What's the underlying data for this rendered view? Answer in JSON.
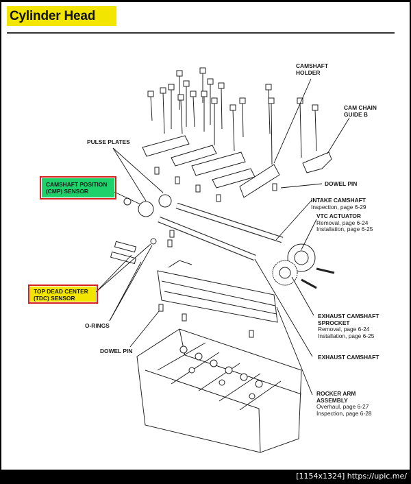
{
  "title": "Cylinder Head",
  "labels": {
    "camshaft_holder": [
      "CAMSHAFT",
      "HOLDER"
    ],
    "cam_chain_guide": [
      "CAM CHAIN",
      "GUIDE B"
    ],
    "pulse_plates": "PULSE PLATES",
    "cmp_sensor": [
      "CAMSHAFT POSITION",
      "(CMP) SENSOR"
    ],
    "dowel_pin_top": "DOWEL PIN",
    "intake_camshaft": {
      "name": "INTAKE CAMSHAFT",
      "line1": "Inspection, page 6-29"
    },
    "vtc_actuator": {
      "name": "VTC ACTUATOR",
      "line1": "Removal, page 6-24",
      "line2": "Installation, page 6-25"
    },
    "tdc_sensor": [
      "TOP DEAD CENTER",
      "(TDC) SENSOR"
    ],
    "exhaust_sprocket": {
      "name1": "EXHAUST CAMSHAFT",
      "name2": "SPROCKET",
      "line1": "Removal, page 6-24",
      "line2": "Installation, page 6-25"
    },
    "o_rings": "O-RINGS",
    "dowel_pin_bottom": "DOWEL PIN",
    "exhaust_camshaft": "EXHAUST CAMSHAFT",
    "rocker_arm": {
      "name1": "ROCKER ARM",
      "name2": "ASSEMBLY",
      "line1": "Overhaul, page 6-27",
      "line2": "Inspection, page 6-28"
    }
  },
  "footer": "[1154x1324] https://upic.me/",
  "colors": {
    "title_bg": "#f2e600",
    "cmp_bg": "#1fd16b",
    "tdc_bg": "#f2e600",
    "box_border": "#d42020"
  }
}
